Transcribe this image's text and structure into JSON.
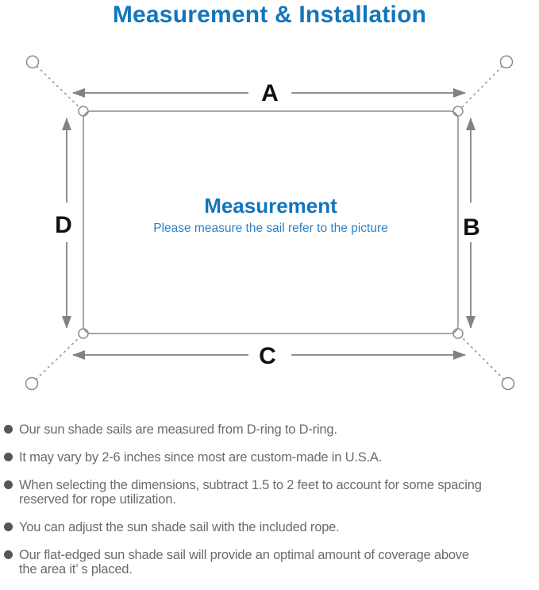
{
  "title": "Measurement & Installation",
  "diagram": {
    "labels": {
      "top": "A",
      "right": "B",
      "bottom": "C",
      "left": "D"
    },
    "center_title": "Measurement",
    "center_subtitle": "Please measure the sail refer to the picture"
  },
  "bullets": [
    {
      "lines": [
        "Our sun shade sails are measured from D-ring to D-ring."
      ]
    },
    {
      "lines": [
        "It may vary by 2-6 inches since most are custom-made in U.S.A."
      ]
    },
    {
      "lines": [
        "When selecting the dimensions, subtract 1.5 to 2 feet to account for some spacing",
        "reserved for rope utilization."
      ]
    },
    {
      "lines": [
        "You can adjust the sun shade sail with the included rope."
      ]
    },
    {
      "lines": [
        "Our flat-edged sun shade sail will provide an optimal amount of coverage above",
        "the area it’ s placed."
      ]
    }
  ],
  "colors": {
    "title_blue": "#1375bc",
    "subtitle_blue": "#2f80c2",
    "line_gray": "#828282",
    "border_gray": "#8c8c8c",
    "label_black": "#101010",
    "text_gray": "#6b6b6b",
    "dot_gray": "#565656",
    "bg_white": "#ffffff"
  }
}
